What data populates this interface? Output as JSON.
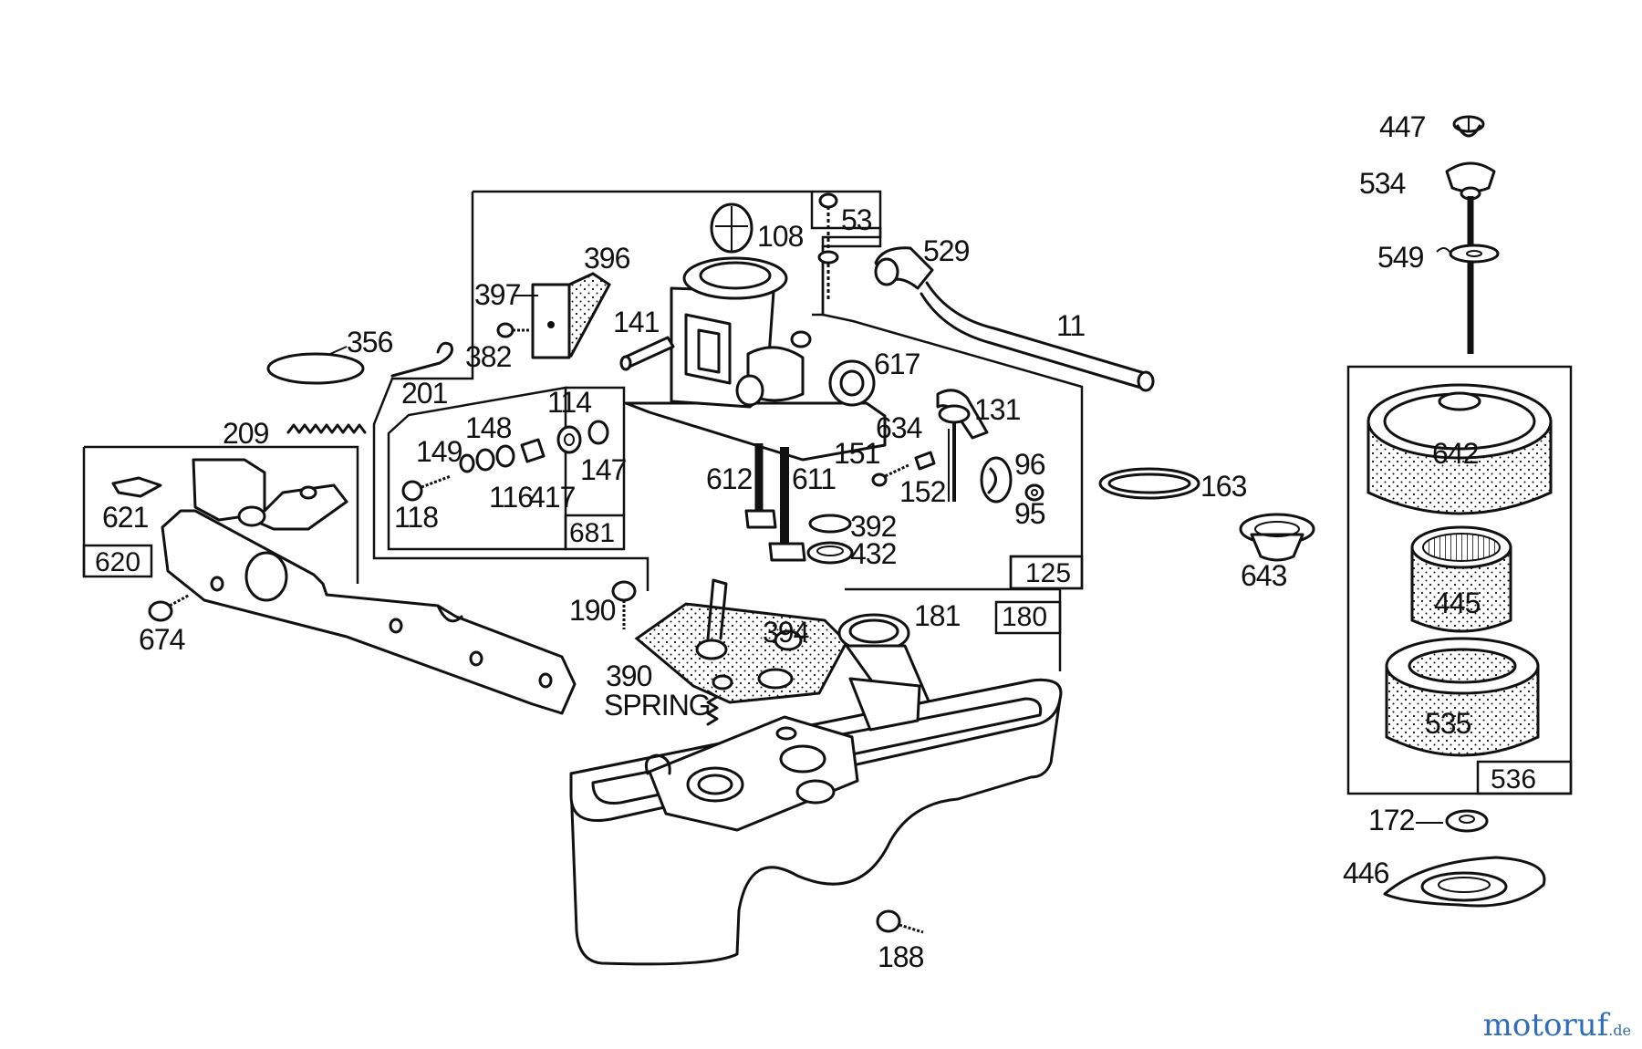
{
  "watermark": {
    "main": "motoruf",
    "suffix": ".de"
  },
  "labels": {
    "p447": "447",
    "p534": "534",
    "p549": "549",
    "p642": "642",
    "p445": "445",
    "p535": "535",
    "p536": "536",
    "p172": "172",
    "p446": "446",
    "p108": "108",
    "p53": "53",
    "p529": "529",
    "p11": "11",
    "p396": "396",
    "p397": "397",
    "p141": "141",
    "p382": "382",
    "p356": "356",
    "p201": "201",
    "p209": "209",
    "p617": "617",
    "p131": "131",
    "p634": "634",
    "p96": "96",
    "p95": "95",
    "p151": "151",
    "p152": "152",
    "p163": "163",
    "p114": "114",
    "p148": "148",
    "p149": "149",
    "p147": "147",
    "p116": "116",
    "p117": "417",
    "p118": "118",
    "p681": "681",
    "p612": "612",
    "p611": "611",
    "p392": "392",
    "p432": "432",
    "p125": "125",
    "p643": "643",
    "p620": "620",
    "p621": "621",
    "p674": "674",
    "p190": "190",
    "p394": "394",
    "p181": "181",
    "p180": "180",
    "p390": "390",
    "spring": "SPRING",
    "p188": "188"
  }
}
